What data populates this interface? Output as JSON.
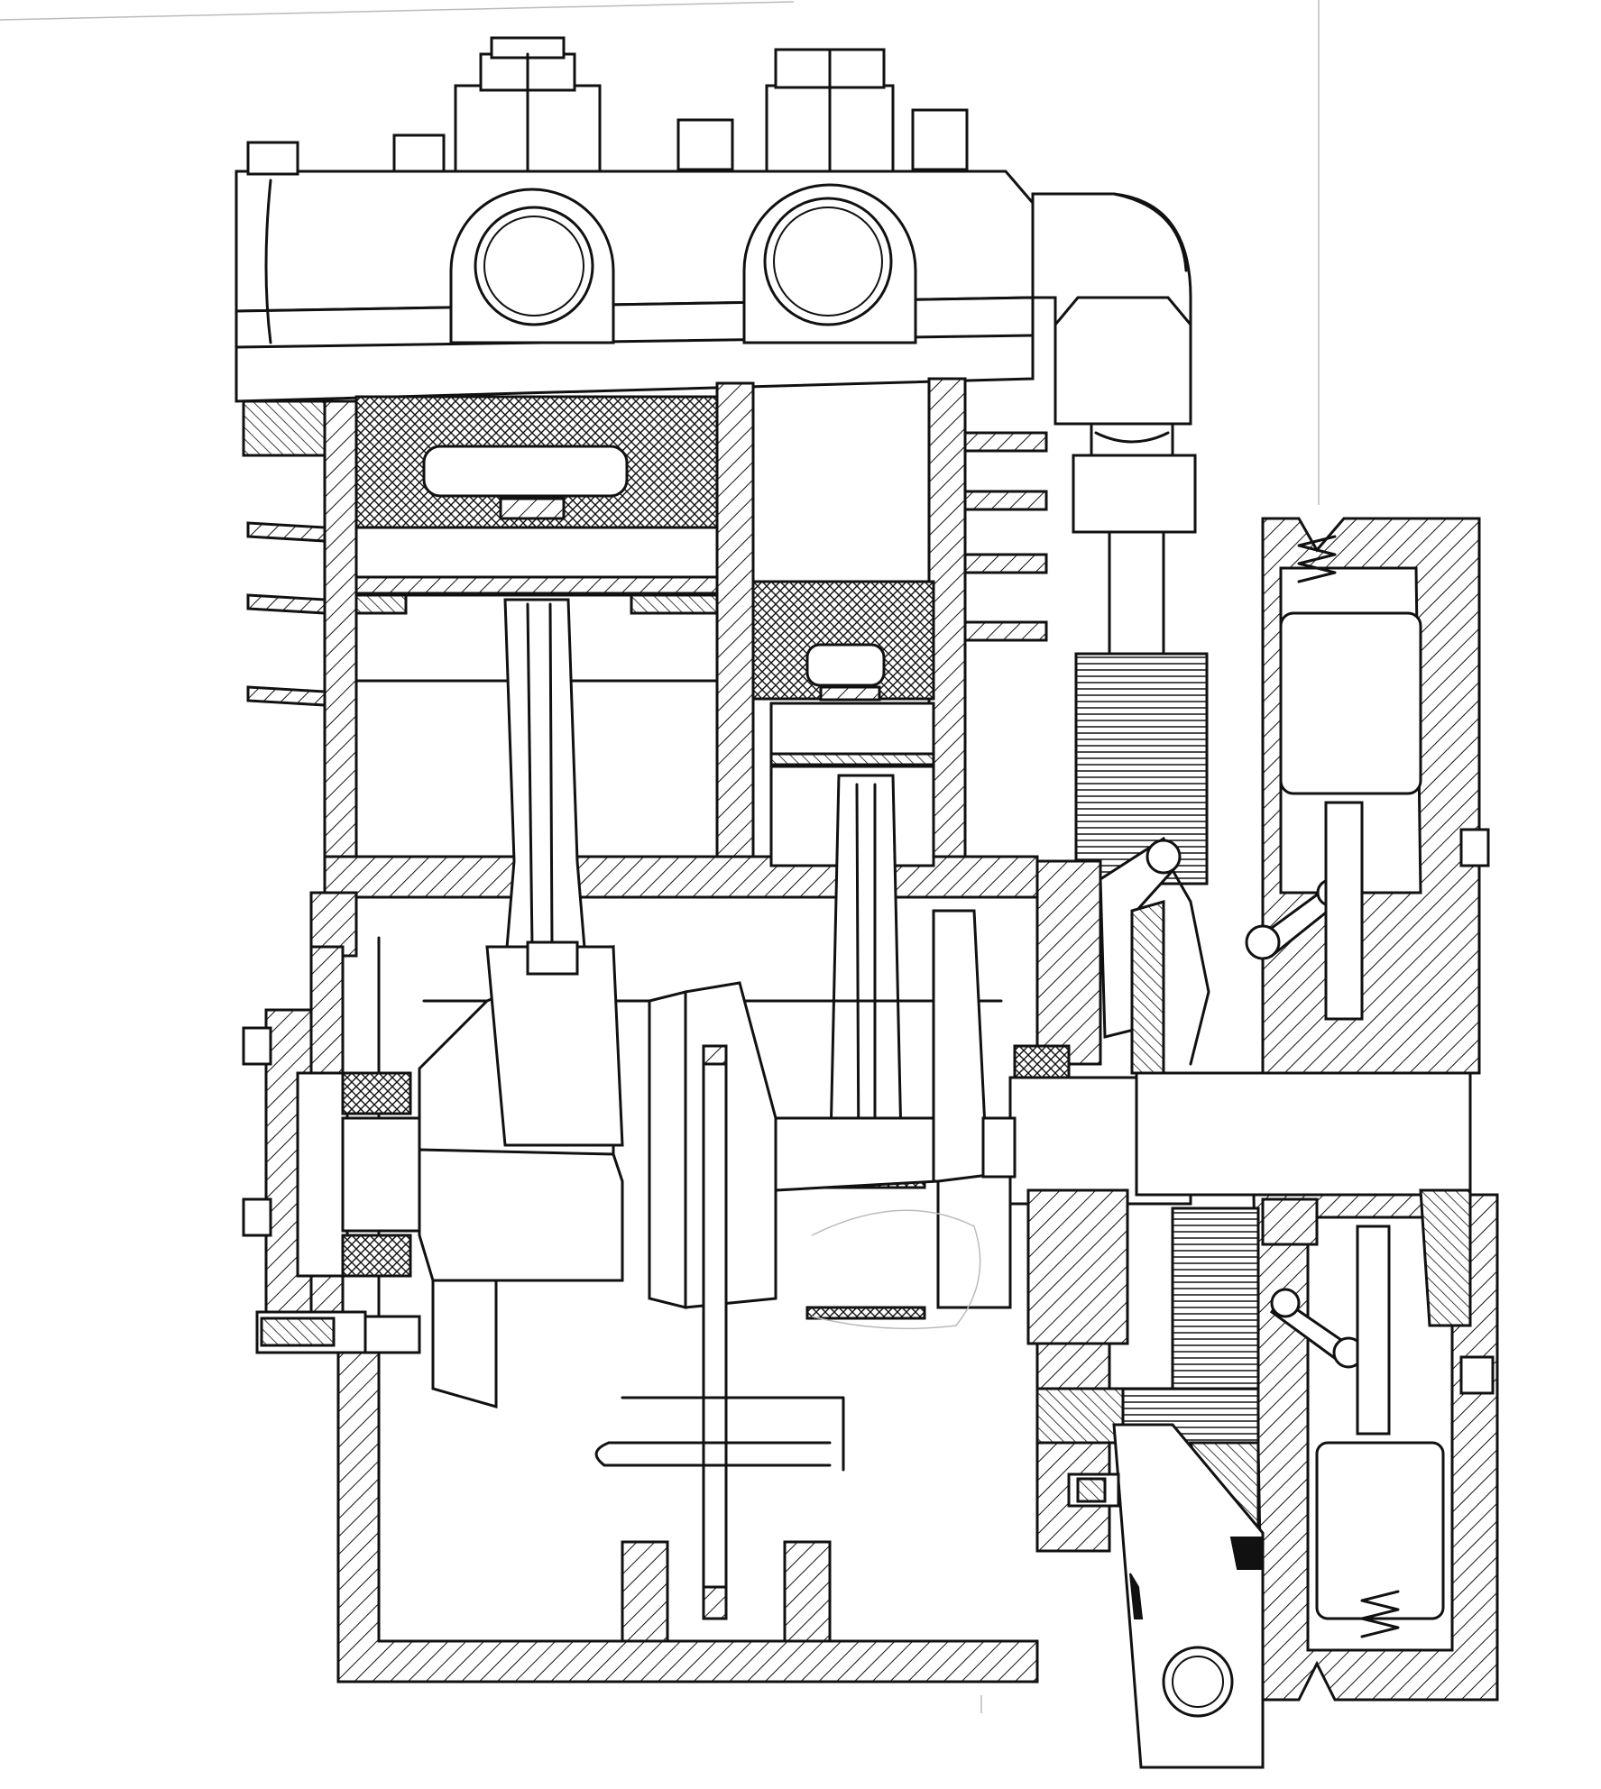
{
  "figure": {
    "components": [
      "cylinder-head",
      "head-bolt",
      "air-port",
      "discharge-elbow",
      "discharge-pipe",
      "cylinder-block",
      "cooling-fin",
      "piston-large",
      "piston-small",
      "connecting-rod",
      "crankshaft",
      "main-bearing",
      "crankcase",
      "end-cover",
      "pulley",
      "spring",
      "governor-arm",
      "lever-arm",
      "oil-dipper"
    ]
  }
}
